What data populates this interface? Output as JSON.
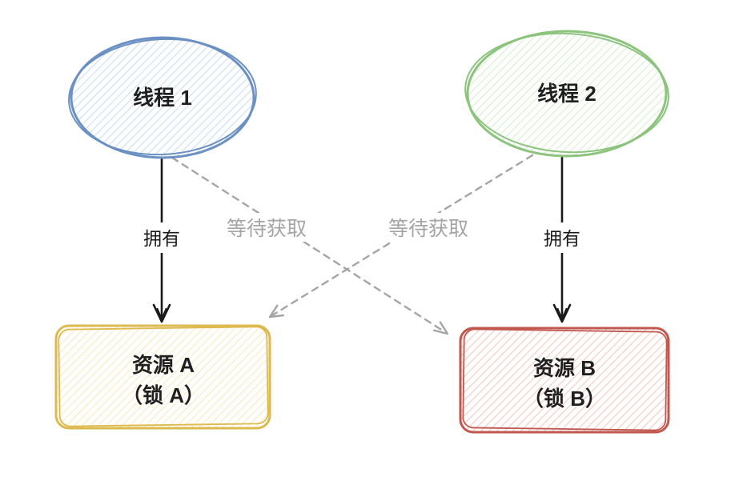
{
  "diagram": {
    "background": "#ffffff",
    "nodes": {
      "thread1": {
        "label": "线程 1",
        "shape": "ellipse",
        "stroke": "#6b90c3",
        "hatch": "#ccddf1"
      },
      "thread2": {
        "label": "线程 2",
        "shape": "ellipse",
        "stroke": "#8cc47d",
        "hatch": "#d9ecd2"
      },
      "resourceA": {
        "label_line1": "资源 A",
        "label_line2": "（锁 A）",
        "shape": "rectangle",
        "stroke": "#ddb94e",
        "hatch": "#f9ecc2"
      },
      "resourceB": {
        "label_line1": "资源 B",
        "label_line2": "（锁 B）",
        "shape": "rectangle",
        "stroke": "#c1584f",
        "hatch": "#f3cdc7"
      }
    },
    "edges": {
      "owns1": {
        "from": "thread1",
        "to": "resourceA",
        "label": "拥有",
        "style": "solid",
        "color": "#1a1a1a"
      },
      "owns2": {
        "from": "thread2",
        "to": "resourceB",
        "label": "拥有",
        "style": "solid",
        "color": "#1a1a1a"
      },
      "waits1": {
        "from": "thread1",
        "to": "resourceB",
        "label": "等待获取",
        "style": "dashed",
        "color": "#a5a5a5"
      },
      "waits2": {
        "from": "thread2",
        "to": "resourceA",
        "label": "等待获取",
        "style": "dashed",
        "color": "#a5a5a5"
      }
    }
  }
}
